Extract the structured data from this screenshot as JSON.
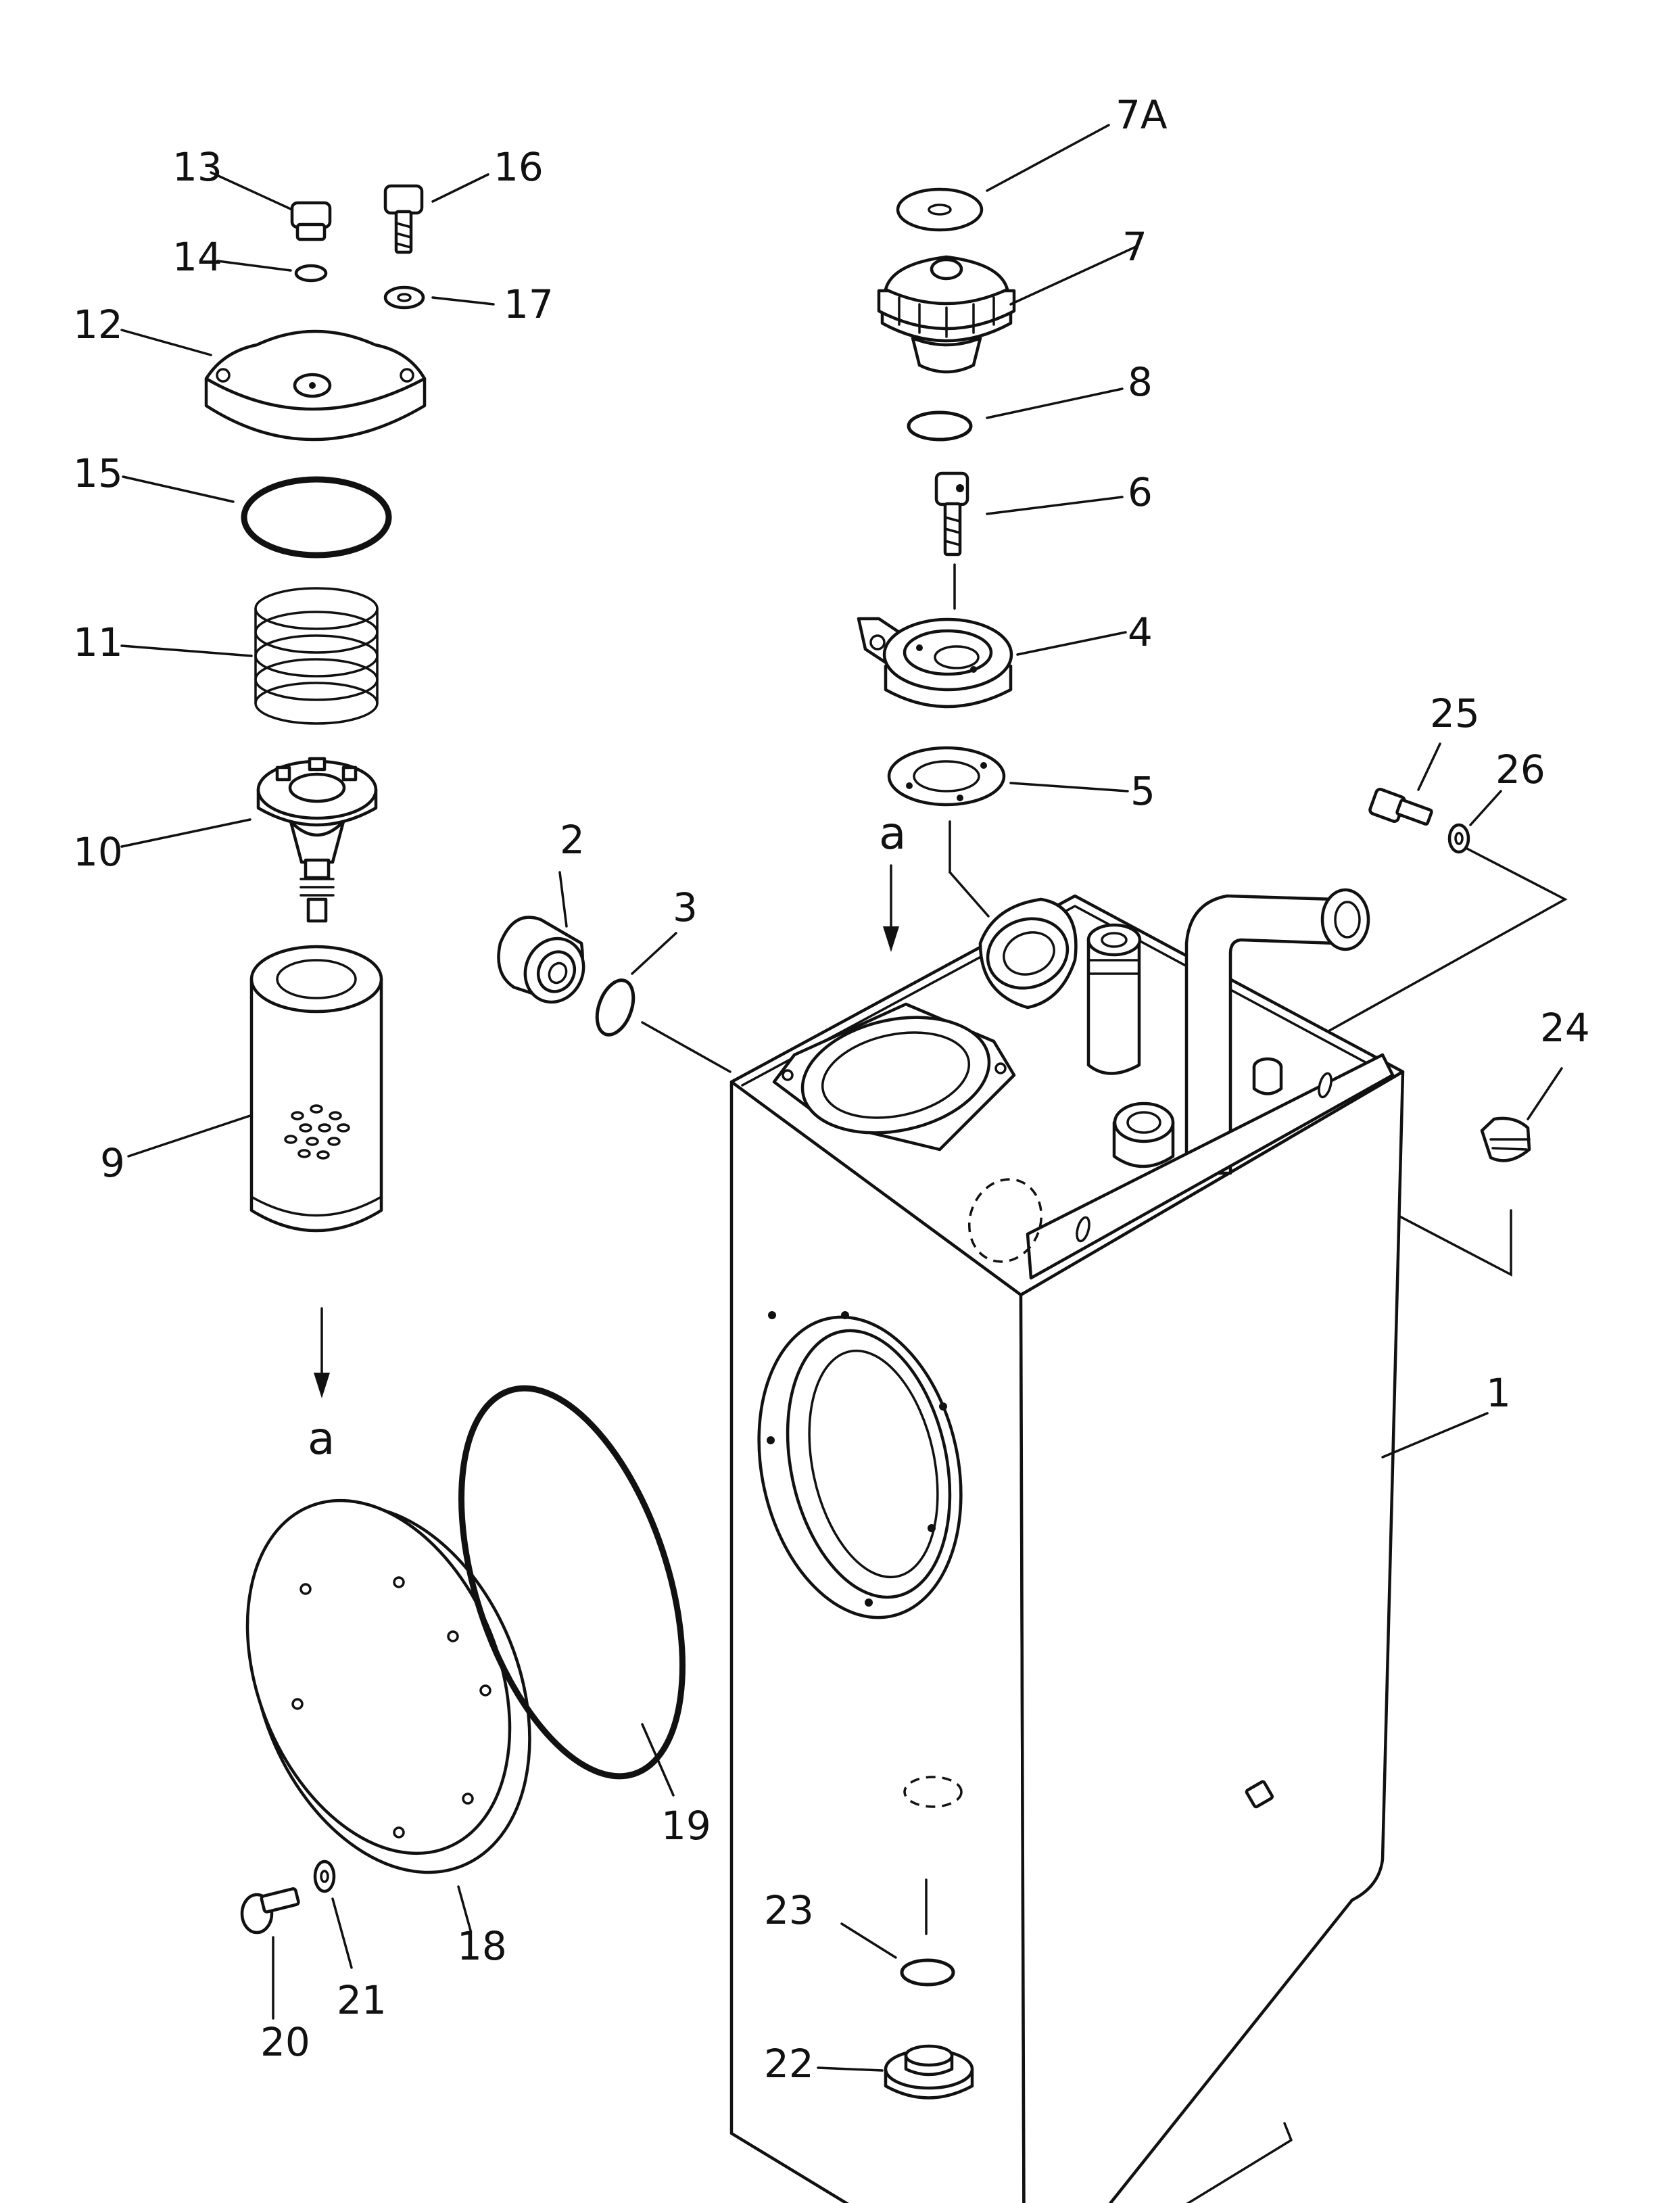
{
  "callouts": {
    "c1": "1",
    "c2": "2",
    "c3": "3",
    "c4": "4",
    "c5": "5",
    "c6": "6",
    "c7": "7",
    "c7a": "7A",
    "c8": "8",
    "c9": "9",
    "c10": "10",
    "c11": "11",
    "c12": "12",
    "c13": "13",
    "c14": "14",
    "c15": "15",
    "c16": "16",
    "c17": "17",
    "c18": "18",
    "c19": "19",
    "c20": "20",
    "c21": "21",
    "c22": "22",
    "c23": "23",
    "c24": "24",
    "c25": "25",
    "c26": "26"
  },
  "arrow_labels": {
    "filter_arrow": "a",
    "tank_arrow": "a"
  }
}
